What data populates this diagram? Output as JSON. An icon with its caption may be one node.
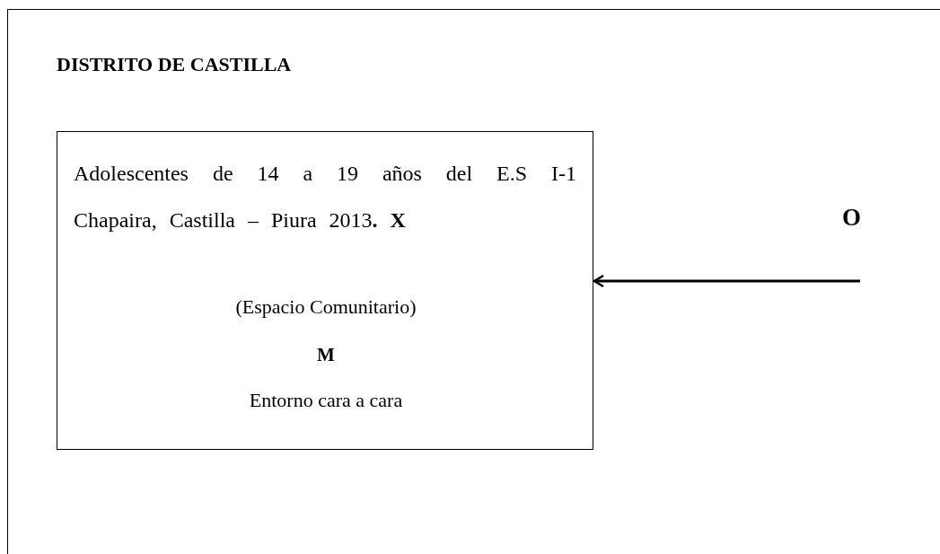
{
  "diagram": {
    "nodes": [
      {
        "text": [
          "DISTRITO DE CASTILLA"
        ]
      },
      {
        "text": [
          "Adolescentes de 14 a 19 años del  E.S I-1 Chapaira,  Castilla – Piura 2013**. X**",
          "(Espacio Comunitario)",
          "M",
          "Entorno cara a cara"
        ],
        "in": 0
      }
    ],
    "edges": [
      {
        "from": null,
        "to": 1,
        "arrow": "to"
      }
    ],
    "labels": [
      "O"
    ]
  }
}
